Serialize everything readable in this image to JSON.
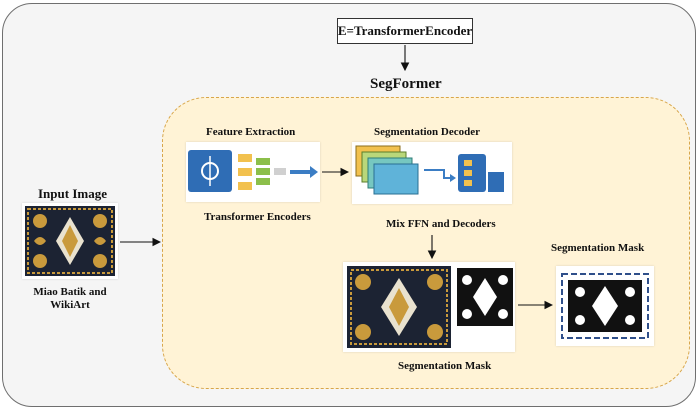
{
  "encoder_box": "E=TransformerEncoder",
  "segformer_title": "SegFormer",
  "input": {
    "title": "Input Image",
    "caption_line1": "Miao Batik and",
    "caption_line2": "WikiArt"
  },
  "feature_extraction": {
    "title": "Feature Extraction",
    "caption": "Transformer Encoders"
  },
  "decoder": {
    "title": "Segmentation Decoder",
    "caption": "Mix FFN and Decoders"
  },
  "mask_pair_caption": "Segmentation Mask",
  "final_mask_title": "Segmentation Mask",
  "colors": {
    "outer_bg": "#f5f5f5",
    "segformer_bg": "#fff3d6",
    "segformer_border": "#d8a64a",
    "batik_dark": "#1c2333",
    "batik_gold": "#c99a3c",
    "icon_blue": "#2f6db5",
    "icon_green": "#8cbf4a"
  }
}
